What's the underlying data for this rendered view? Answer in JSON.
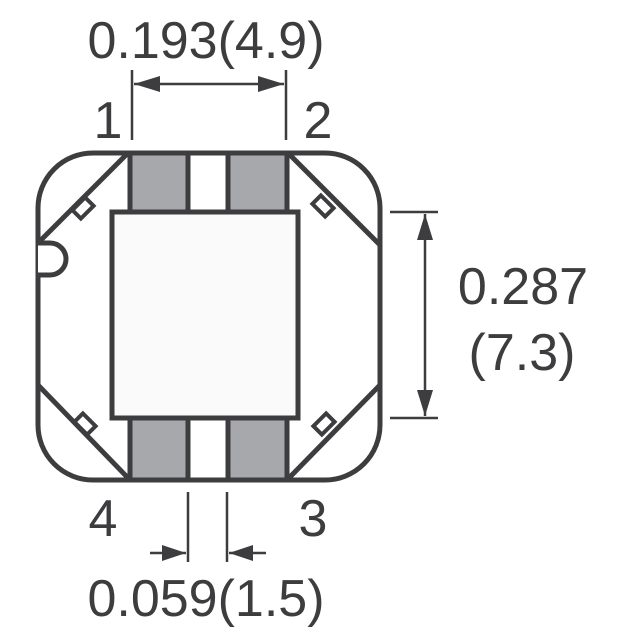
{
  "diagram": {
    "type": "component-footprint",
    "colors": {
      "stroke": "#3d3d3f",
      "pad_fill": "#a7a8ab",
      "body_fill": "#ffffff",
      "center_fill": "#fafafa"
    },
    "pins": [
      {
        "id": "1",
        "label": "1"
      },
      {
        "id": "2",
        "label": "2"
      },
      {
        "id": "3",
        "label": "3"
      },
      {
        "id": "4",
        "label": "4"
      }
    ],
    "dimensions": {
      "pin_pitch": {
        "inch": "0.193",
        "mm": "(4.9)",
        "text": "0.193(4.9)"
      },
      "height": {
        "inch": "0.287",
        "mm": "(7.3)"
      },
      "pad_gap": {
        "inch": "0.059",
        "mm": "(1.5)",
        "text": "0.059(1.5)"
      }
    }
  }
}
